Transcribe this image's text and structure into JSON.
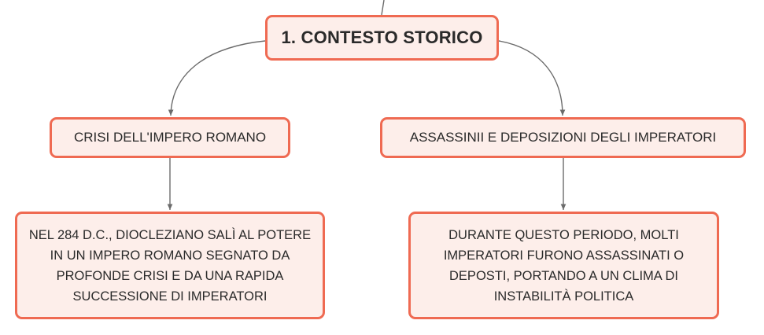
{
  "diagram": {
    "root": {
      "label": "1. CONTESTO STORICO"
    },
    "branches": [
      {
        "label": "CRISI DELL'IMPERO ROMANO",
        "child": "NEL 284 D.C., DIOCLEZIANO SALÌ AL POTERE IN UN IMPERO ROMANO SEGNATO DA PROFONDE CRISI E DA UNA RAPIDA SUCCESSIONE DI IMPERATORI"
      },
      {
        "label": "ASSASSINII E DEPOSIZIONI DEGLI IMPERATORI",
        "child": "DURANTE QUESTO PERIODO, MOLTI IMPERATORI FURONO ASSASSINATI O DEPOSTI, PORTANDO A UN CLIMA DI INSTABILITÀ POLITICA"
      }
    ]
  },
  "colors": {
    "node_border": "#ef6a52",
    "node_fill": "#fdeeea",
    "connector": "#6b6b6b",
    "text": "#2a2a2a"
  }
}
